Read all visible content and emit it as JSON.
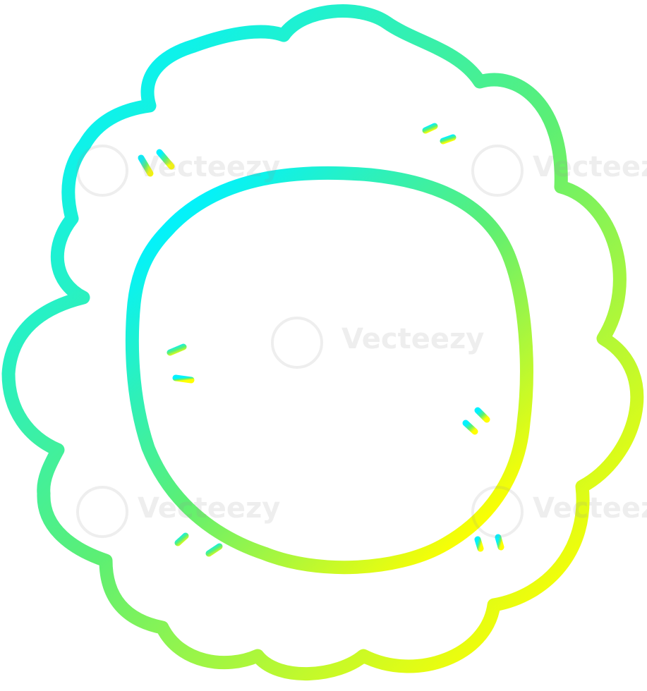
{
  "illustration": {
    "subject": "cartoon flower",
    "style": "line-art",
    "stroke_gradient": {
      "start": "#00f2ff",
      "middle": "#5cef74",
      "end": "#ffff00"
    },
    "background": "#ffffff"
  },
  "watermark": {
    "text": "Vecteezy",
    "color": "#d9d9d9"
  }
}
